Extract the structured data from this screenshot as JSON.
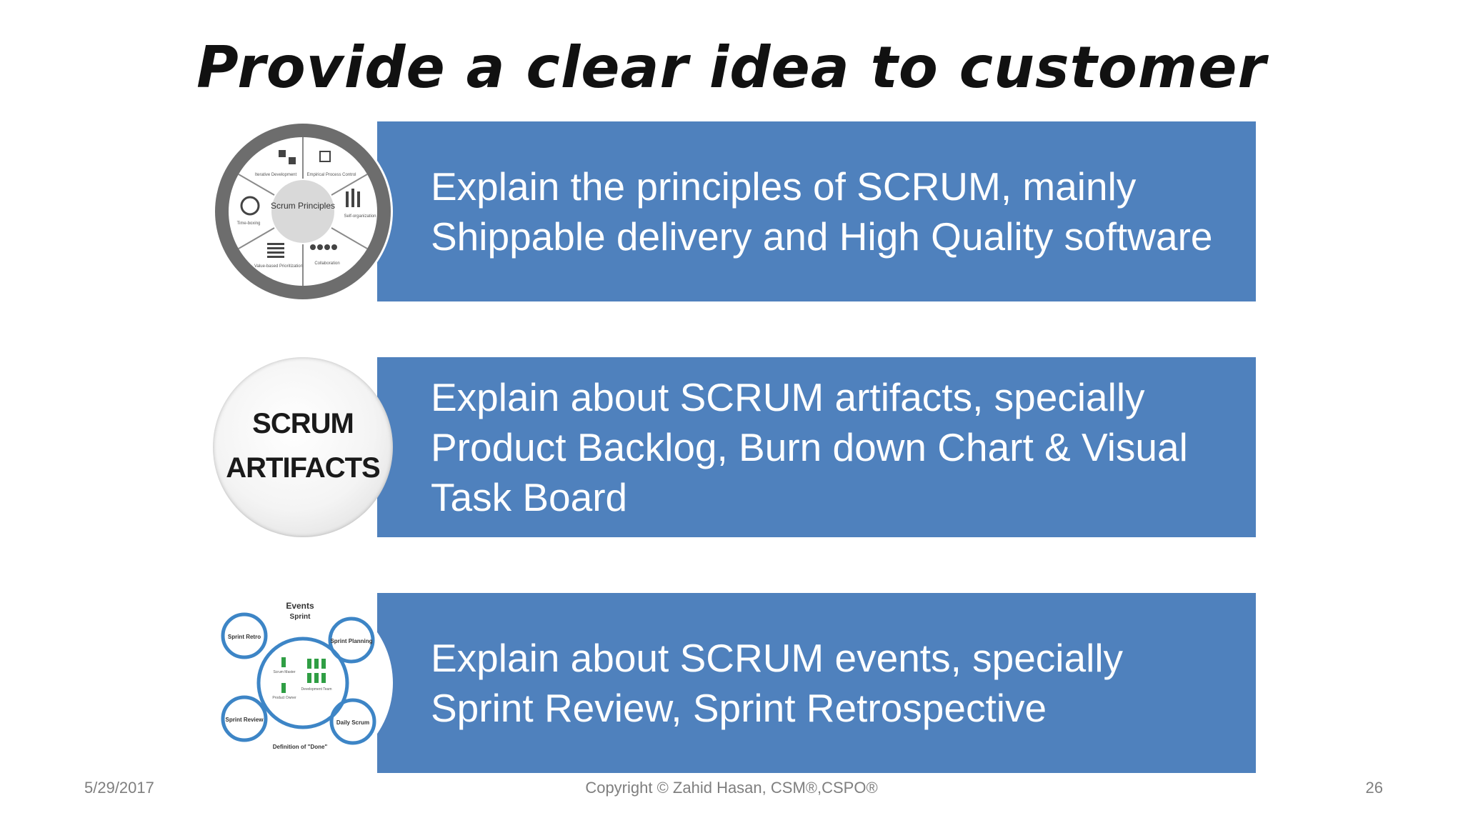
{
  "slide": {
    "title": "Provide a clear idea to customer",
    "items": [
      {
        "image": "scrum-principles-wheel",
        "image_center_label": "Scrum Principles",
        "image_segment_labels": [
          "Iterative Development",
          "Empirical Process Control",
          "Self-organization",
          "Collaboration",
          "Value-based Prioritization",
          "Time-boxing"
        ],
        "text": "Explain the principles of SCRUM, mainly Shippable delivery and High Quality software"
      },
      {
        "image": "scrum-artifacts-badge",
        "image_label_line1": "SCRUM",
        "image_label_line2": "ARTIFACTS",
        "text": "Explain about SCRUM artifacts, specially Product Backlog, Burn down Chart & Visual Task Board"
      },
      {
        "image": "scrum-events-cycle",
        "image_labels": {
          "events": "Events",
          "sprint": "Sprint",
          "planning": "Sprint Planning",
          "daily": "Daily Scrum",
          "review": "Sprint Review",
          "retro": "Sprint Retro",
          "done": "Definition of \"Done\"",
          "master": "Scrum Master",
          "owner": "Product Owner",
          "team": "Development Team"
        },
        "text": "Explain about SCRUM events, specially Sprint Review, Sprint Retrospective"
      }
    ]
  },
  "footer": {
    "date": "5/29/2017",
    "copyright": "Copyright  © Zahid Hasan, CSM®,CSPO®",
    "page_number": "26"
  },
  "colors": {
    "band": "#4f81bd",
    "band_text": "#ffffff",
    "footer_text": "#7f7f7f",
    "wheel_ring": "#6d6d6d",
    "events_ring": "#3d85c6"
  }
}
